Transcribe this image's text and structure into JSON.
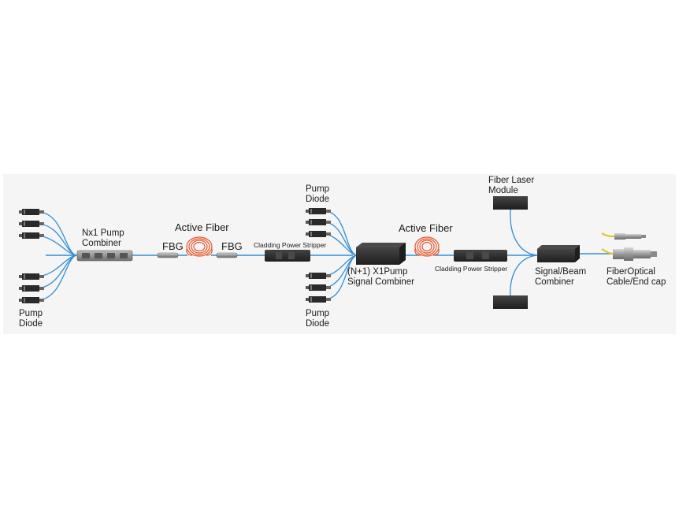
{
  "labels": {
    "nx1_pump_combiner": [
      "Nx1 Pump",
      "Combiner"
    ],
    "active_fiber_1": "Active Fiber",
    "active_fiber_2": "Active Fiber",
    "fbg_1": "FBG",
    "fbg_2": "FBG",
    "cladding_power_stripper_1": "Cladding Power Stripper",
    "cladding_power_stripper_2": "Cladding Power Stripper",
    "pump_diode_1": [
      "Pump",
      "Diode"
    ],
    "pump_diode_2_top": [
      "Pump",
      "Diode"
    ],
    "pump_diode_2_bottom": [
      "Pump",
      "Diode"
    ],
    "signal_combiner": [
      "(N+1) X1Pump",
      "Signal Combiner"
    ],
    "fiber_laser_module": [
      "Fiber Laser",
      "Module"
    ],
    "signal_beam_combiner": [
      "Signal/Beam",
      "Combiner"
    ],
    "fiberoptical_cable": [
      "FiberOptical",
      "Cable/End cap"
    ]
  },
  "colors": {
    "fiber": "#2f8fd6",
    "active_fiber_coil": "#e8552a",
    "component_dark": "#2b2b2b",
    "background_band": "#f5f5f5",
    "cable_jacket": "#e3c21b"
  }
}
